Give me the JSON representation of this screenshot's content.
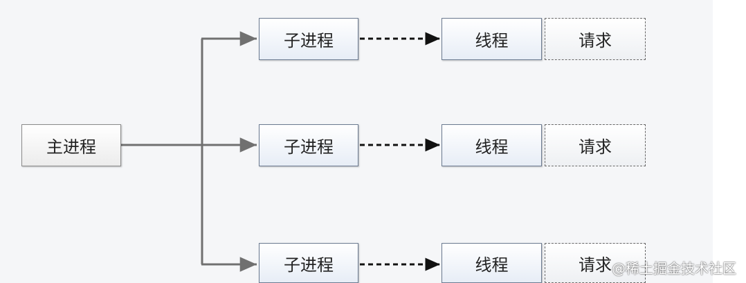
{
  "diagram": {
    "main": {
      "label": "主进程"
    },
    "branches": [
      {
        "child": "子进程",
        "thread": "线程",
        "request": "请求"
      },
      {
        "child": "子进程",
        "thread": "线程",
        "request": "请求"
      },
      {
        "child": "子进程",
        "thread": "线程",
        "request": "请求"
      }
    ]
  },
  "watermark": "@稀土掘金技术社区",
  "colors": {
    "canvas_bg": "#f5f6f8",
    "connector": "#707070",
    "dashed_arrow": "#111111",
    "child_border": "#6b7a90"
  }
}
